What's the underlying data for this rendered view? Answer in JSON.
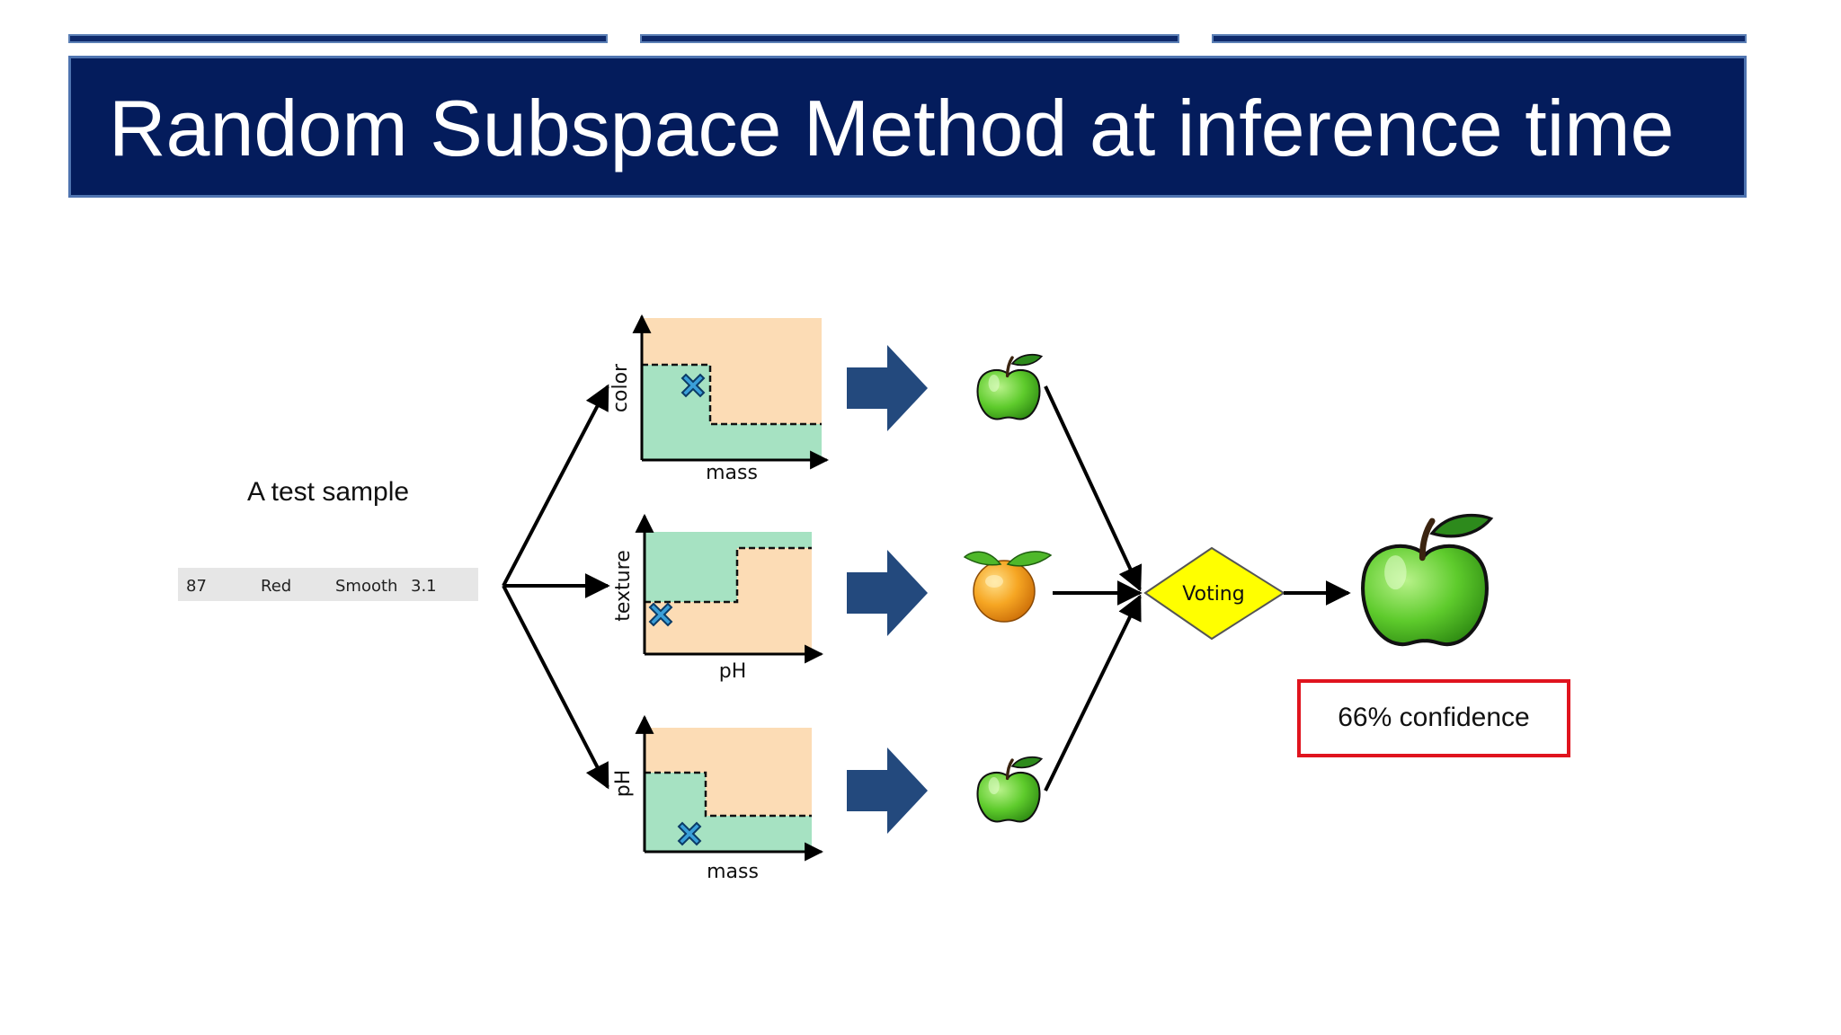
{
  "slide": {
    "title": "Random Subspace Method at inference time"
  },
  "sample": {
    "label": "A test sample",
    "values": [
      "87",
      "Red",
      "Smooth",
      "3.1"
    ]
  },
  "classifiers": [
    {
      "xlabel": "mass",
      "ylabel": "color",
      "prediction_icon": "green-apple-icon"
    },
    {
      "xlabel": "pH",
      "ylabel": "texture",
      "prediction_icon": "orange-icon"
    },
    {
      "xlabel": "mass",
      "ylabel": "pH",
      "prediction_icon": "green-apple-icon"
    }
  ],
  "voting": {
    "label": "Voting"
  },
  "result": {
    "icon": "green-apple-icon",
    "confidence": "66% confidence"
  },
  "colors": {
    "banner": "#041c5c",
    "banner_border": "#4f74b0",
    "region_orange": "#fcdcb5",
    "region_green": "#a6e2c2",
    "marker": "#3a9fd9",
    "block_arrow": "#23497d",
    "voting_fill": "#ffff00",
    "confidence_border": "#e0141e",
    "apple_green": "#5ecb2c",
    "orange": "#f29a1c"
  }
}
